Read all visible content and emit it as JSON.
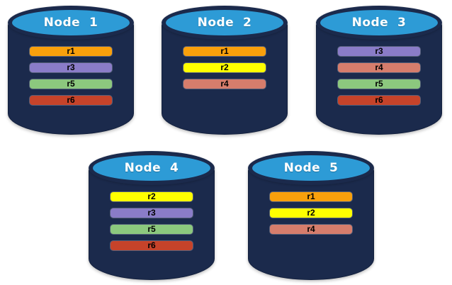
{
  "diagram": {
    "type": "database-replication-diagram",
    "background": "#ffffff"
  },
  "colors": {
    "cylinder_body": "#1B2A4C",
    "cylinder_top": "#2D9BD6",
    "title_text": "#ffffff",
    "bar_text": "#000000",
    "replicas": {
      "r1": "#F9A00C",
      "r2": "#FFFF00",
      "r3": "#8A7CC8",
      "r4": "#D67D6C",
      "r5": "#8CC87E",
      "r6": "#C6432A"
    }
  },
  "nodes": [
    {
      "label": "Node  1",
      "replicas": [
        "r1",
        "r3",
        "r5",
        "r6"
      ]
    },
    {
      "label": "Node  2",
      "replicas": [
        "r1",
        "r2",
        "r4"
      ]
    },
    {
      "label": "Node  3",
      "replicas": [
        "r3",
        "r4",
        "r5",
        "r6"
      ]
    },
    {
      "label": "Node  4",
      "replicas": [
        "r2",
        "r3",
        "r5",
        "r6"
      ]
    },
    {
      "label": "Node  5",
      "replicas": [
        "r1",
        "r2",
        "r4"
      ]
    }
  ]
}
